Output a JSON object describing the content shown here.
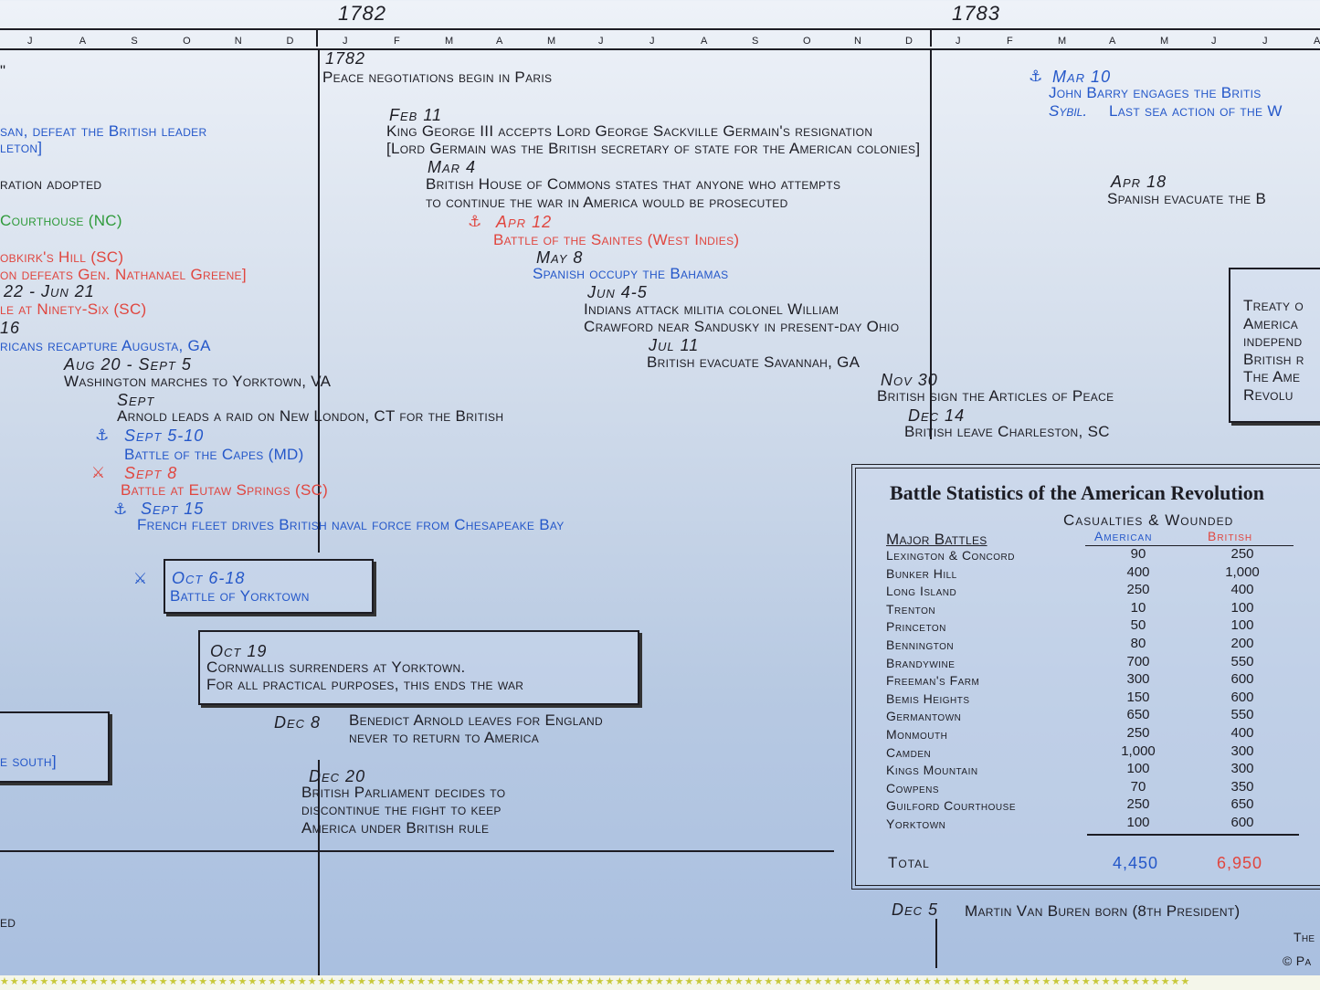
{
  "years": [
    "1782",
    "1783"
  ],
  "months_a": [
    "J",
    "A",
    "S",
    "O",
    "N",
    "D"
  ],
  "months_b": [
    "J",
    "F",
    "M",
    "A",
    "M",
    "J",
    "J",
    "A",
    "S",
    "O",
    "N",
    "D"
  ],
  "months_c": [
    "J",
    "F",
    "M",
    "A",
    "M",
    "J",
    "J",
    "A"
  ],
  "left": {
    "l1": "\"",
    "l2": "san, defeat the British leader",
    "l3": "leton]",
    "l4": "ration adopted",
    "l5": "Courthouse (NC)",
    "l6": "obkirk's Hill (SC)",
    "l7": "on defeats Gen. Nathanael Greene]",
    "l8": "22 - Jun 21",
    "l9": "le at Ninety-Six (SC)",
    "l10": "16",
    "l11": "ricans recapture Augusta, GA",
    "l12": "e south]",
    "l13": "ed"
  },
  "events1781": {
    "aug_date": "Aug 20 - Sept 5",
    "aug_text": "Washington marches to Yorktown, VA",
    "sept_date": "Sept",
    "sept_text": "Arnold leads a raid on New London, CT for the British",
    "capes_date": "Sept 5-10",
    "capes_text": "Battle of the Capes (MD)",
    "eutaw_date": "Sept 8",
    "eutaw_text": "Battle at Eutaw Springs (SC)",
    "ches_date": "Sept 15",
    "ches_text": "French fleet drives British naval force from Chesapeake Bay",
    "york_date": "Oct 6-18",
    "york_text": "Battle of Yorktown",
    "surr_date": "Oct 19",
    "surr_text1": "Cornwallis surrenders at Yorktown.",
    "surr_text2": "For all practical purposes, this ends the war",
    "dec8_date": "Dec 8",
    "dec8_text1": "Benedict Arnold leaves for England",
    "dec8_text2": "never to return to America",
    "dec20_date": "Dec 20",
    "dec20_text1": "British Parliament decides to",
    "dec20_text2": "discontinue the fight to keep",
    "dec20_text3": "America under British rule"
  },
  "events1782": {
    "y_date": "1782",
    "y_text": "Peace negotiations begin in Paris",
    "feb_date": "Feb 11",
    "feb_text1": "King George III accepts Lord George Sackville Germain's resignation",
    "feb_text2": "[Lord Germain was the British secretary of state for the American colonies]",
    "mar_date": "Mar 4",
    "mar_text1": "British House of Commons states that anyone who attempts",
    "mar_text2": "to continue the war in America would be prosecuted",
    "apr_date": "Apr 12",
    "apr_text": "Battle of the Saintes (West Indies)",
    "may_date": "May 8",
    "may_text": "Spanish occupy the Bahamas",
    "jun_date": "Jun 4-5",
    "jun_text1": "Indians attack militia colonel William",
    "jun_text2": "Crawford near Sandusky in present-day Ohio",
    "jul_date": "Jul 11",
    "jul_text": "British evacuate Savannah, GA",
    "nov_date": "Nov 30",
    "nov_text": "British sign the Articles of Peace",
    "dec_date": "Dec 14",
    "dec_text": "British leave Charleston, SC"
  },
  "events1783": {
    "mar_date": "Mar 10",
    "mar_text1": "John Barry engages the Britis",
    "mar_text2a": "Sybil.",
    "mar_text2b": "Last sea action of the W",
    "apr_date": "Apr 18",
    "apr_text": "Spanish evacuate the B",
    "treaty": [
      "Treaty o",
      "America",
      "independ",
      "British r",
      "The Ame",
      "Revolu"
    ],
    "dec5_date": "Dec 5",
    "dec5_text": "Martin Van Buren born (8th President)",
    "the": "The",
    "copy": "© Pa"
  },
  "stats": {
    "title": "Battle Statistics of the American Revolution",
    "casualties": "Casualties & Wounded",
    "major": "Major Battles",
    "american": "American",
    "british": "British",
    "total_label": "Total",
    "total_american": "4,450",
    "total_british": "6,950",
    "rows": [
      {
        "name": "Lexington & Concord",
        "american": "90",
        "british": "250"
      },
      {
        "name": "Bunker Hill",
        "american": "400",
        "british": "1,000"
      },
      {
        "name": "Long Island",
        "american": "250",
        "british": "400"
      },
      {
        "name": "Trenton",
        "american": "10",
        "british": "100"
      },
      {
        "name": "Princeton",
        "american": "50",
        "british": "100"
      },
      {
        "name": "Bennington",
        "american": "80",
        "british": "200"
      },
      {
        "name": "Brandywine",
        "american": "700",
        "british": "550"
      },
      {
        "name": "Freeman's Farm",
        "american": "300",
        "british": "600"
      },
      {
        "name": "Bemis Heights",
        "american": "150",
        "british": "600"
      },
      {
        "name": "Germantown",
        "american": "650",
        "british": "550"
      },
      {
        "name": "Monmouth",
        "american": "250",
        "british": "400"
      },
      {
        "name": "Camden",
        "american": "1,000",
        "british": "300"
      },
      {
        "name": "Kings Mountain",
        "american": "100",
        "british": "300"
      },
      {
        "name": "Cowpens",
        "american": "70",
        "british": "350"
      },
      {
        "name": "Guilford Courthouse",
        "american": "250",
        "british": "650"
      },
      {
        "name": "Yorktown",
        "american": "100",
        "british": "600"
      }
    ]
  },
  "icons": {
    "anchor": "anchor-icon",
    "swords": "crossed-swords-icon"
  },
  "colors": {
    "blue": "#2457c9",
    "red": "#e0463f",
    "green": "#2f9a3a",
    "text": "#1d1d24"
  }
}
